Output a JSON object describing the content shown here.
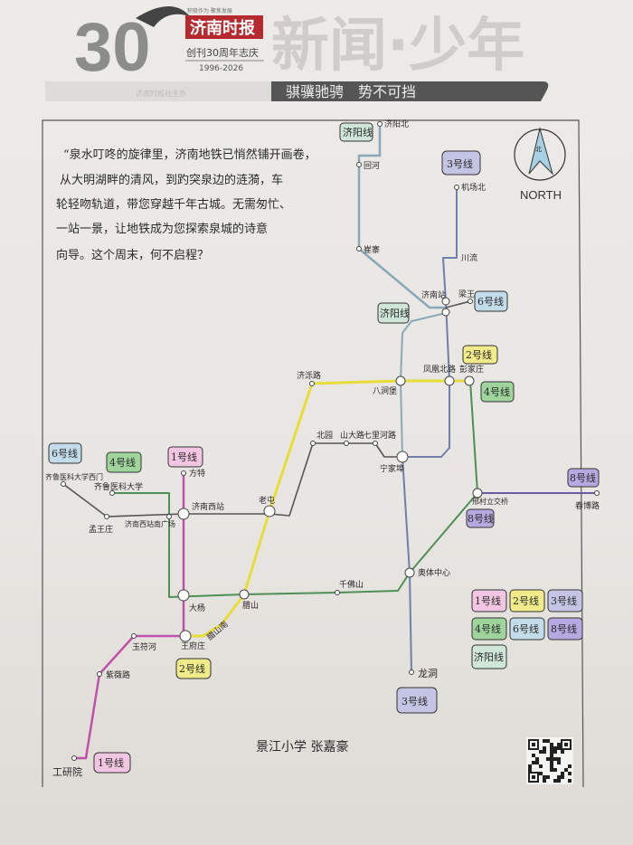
{
  "header": {
    "anniversary_number": "30",
    "newspaper_name": "济南时报",
    "newspaper_slogan": "积极作为 聚焦发展",
    "anniversary_text": "创刊30周年志庆",
    "years": "1996-2026",
    "column_title": "新闻·少年",
    "banner_left": "济南时报社主办",
    "banner_slogan": "骐骥驰骋　势不可挡"
  },
  "intro_text": [
    "“泉水叮咚的旋律里，济南地铁已悄然铺开画卷，",
    "从大明湖畔的清风，到趵突泉边的涟漪，车",
    "轮轻吻轨道，带您穿越千年古城。无需匆忙、",
    "一站一景，让地铁成为您探索泉城的诗意",
    "向导。这个周末，何不启程？"
  ],
  "compass": {
    "label": "NORTH",
    "glyph": "北"
  },
  "lines": {
    "l1": "1号线",
    "l2": "2号线",
    "l3": "3号线",
    "l4": "4号线",
    "l6": "6号线",
    "l8": "8号线",
    "jy": "济阳线"
  },
  "line_colors": {
    "l1": "#c050a8",
    "l2": "#e8dc3a",
    "l3": "#6f7fa8",
    "l4": "#4f8f55",
    "l6": "#555555",
    "l8": "#6b5aa8",
    "jy": "#8aa8b8"
  },
  "badge_fills": {
    "l1": "#f2c6e2",
    "l2": "#f1eb8a",
    "l3": "#c4c4e4",
    "l4": "#9fd49c",
    "l6": "#c2dcea",
    "l8": "#b6a8e0",
    "jy": "#cfe6d8"
  },
  "stations": {
    "jiyangbei": "济阳北",
    "huihe": "回河",
    "cuizhai": "崔寨",
    "jichangbei": "机场北",
    "chuanliu": "川流",
    "jinanzhan": "济南站",
    "liangwang": "梁王",
    "jiluolu": "济泺路",
    "bajianbao": "八涧堡",
    "fenghuangbeilu": "凤凰北路",
    "pengjiazhuang": "彭家庄",
    "beiyuan": "北园",
    "shandalu": "山大路",
    "qilihelu": "七里河路",
    "ningjiabu": "宁家埠",
    "qiluxm": "齐鲁医科大学西门",
    "qilu": "齐鲁医科大学",
    "mengwangzhuang": "孟王庄",
    "xizhannan": "济南西站南广场",
    "fangte": "方特",
    "xizhan": "济南西站",
    "laotun": "老屯",
    "dayang": "大杨",
    "lashan": "腊山",
    "lashannan": "腊山南",
    "wangfuzhuang": "王府庄",
    "yufuhe": "玉符河",
    "ziweilu": "紫薇路",
    "gongyanyuan": "工研院",
    "qianfoshan": "千佛山",
    "aoti": "奥体中心",
    "longdong": "龙洞",
    "xingcun": "邢村立交桥",
    "chunbolu": "春博路"
  },
  "signature": "景江小学 张嘉豪"
}
